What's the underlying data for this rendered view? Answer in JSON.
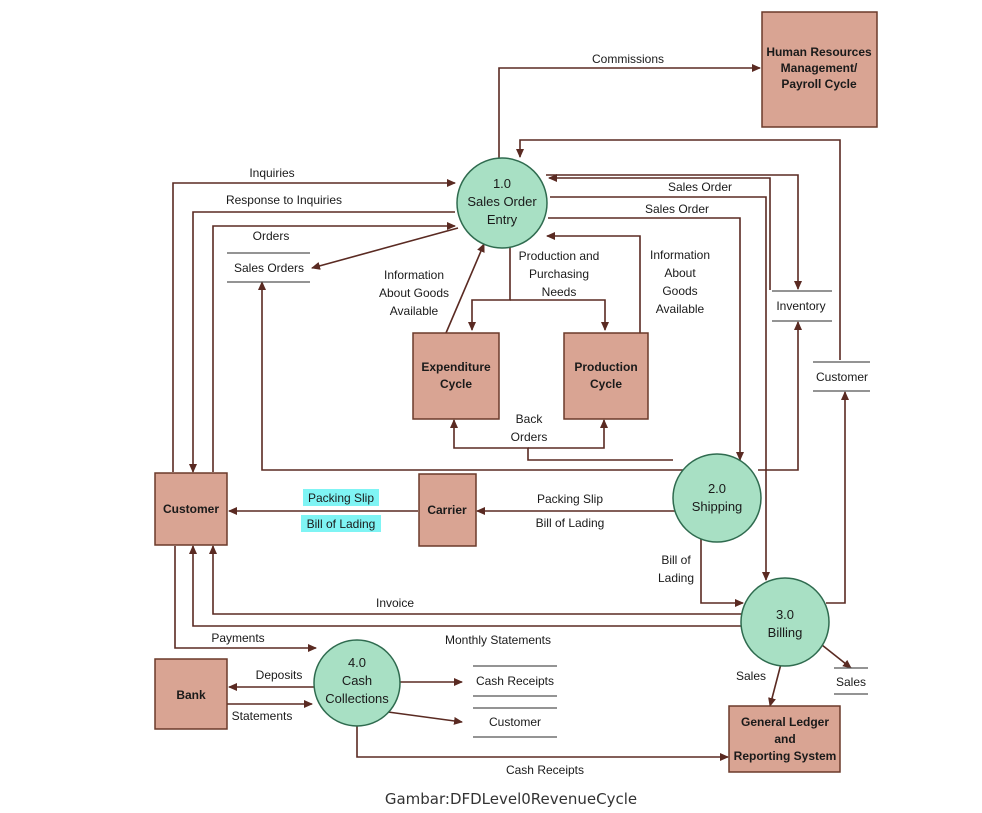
{
  "entities": {
    "hr": [
      "Human Resources",
      "Management/",
      "Payroll Cycle"
    ],
    "expenditure": [
      "Expenditure",
      "Cycle"
    ],
    "production": [
      "Production",
      "Cycle"
    ],
    "customer": "Customer",
    "carrier": "Carrier",
    "bank": "Bank",
    "gl": [
      "General Ledger",
      "and",
      "Reporting System"
    ]
  },
  "processes": {
    "p1": [
      "1.0",
      "Sales Order",
      "Entry"
    ],
    "p2": [
      "2.0",
      "Shipping"
    ],
    "p3": [
      "3.0",
      "Billing"
    ],
    "p4": [
      "4.0",
      "Cash",
      "Collections"
    ]
  },
  "stores": {
    "sales_orders": "Sales Orders",
    "inventory": "Inventory",
    "customer": "Customer",
    "sales": "Sales",
    "cash_receipts": "Cash Receipts",
    "customer2": "Customer"
  },
  "flows": {
    "commissions": "Commissions",
    "inquiries": "Inquiries",
    "response_inquiries": "Response to Inquiries",
    "orders": "Orders",
    "sales_order1": "Sales Order",
    "sales_order2": "Sales Order",
    "info_goods_left": [
      "Information",
      "About Goods",
      "Available"
    ],
    "prod_purch": [
      "Production and",
      "Purchasing",
      "Needs"
    ],
    "info_goods_right": [
      "Information",
      "About",
      "Goods",
      "Available"
    ],
    "back_orders": [
      "Back",
      "Orders"
    ],
    "packing_slip_hl": "Packing Slip",
    "bol_hl": "Bill of Lading",
    "packing_slip": "Packing Slip",
    "bol": "Bill of Lading",
    "bol2": [
      "Bill of",
      "Lading"
    ],
    "invoice": "Invoice",
    "payments": "Payments",
    "monthly_statements": "Monthly Statements",
    "deposits": "Deposits",
    "statements": "Statements",
    "sales_flow": "Sales",
    "cash_receipts_flow": "Cash Receipts"
  },
  "caption": "Gambar:DFDLevel0RevenueCycle"
}
